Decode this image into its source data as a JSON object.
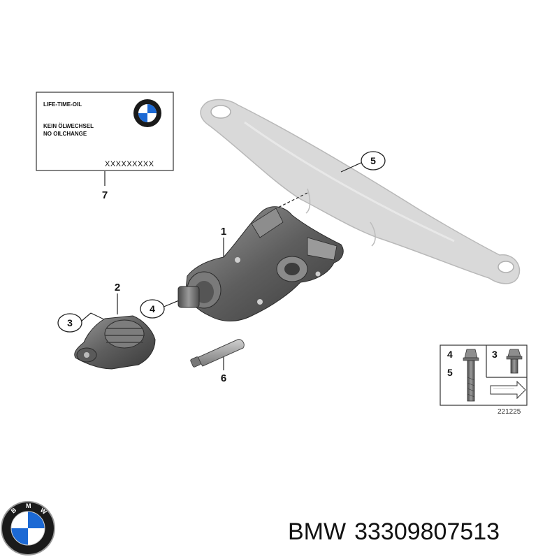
{
  "label_card": {
    "line1": "LIFE-TIME-OIL",
    "line2": "KEIN ÖLWECHSEL",
    "line3": "NO OILCHANGE",
    "serial": "XXXXXXXXX"
  },
  "callouts": {
    "c1": "1",
    "c2": "2",
    "c3": "3",
    "c4": "4",
    "c5": "5",
    "c6": "6",
    "c7": "7"
  },
  "fastener_panel": {
    "left_top": "4",
    "left_bottom": "5",
    "right_top": "3",
    "code": "221225"
  },
  "logo": {
    "letters": [
      "B",
      "M",
      "W"
    ]
  },
  "caption": {
    "brand": "BMW",
    "part_number": "33309807513"
  },
  "colors": {
    "bmw_blue": "#1c69d4",
    "part_gray": "#6b6b6b",
    "crossmember_gray": "#d6d6d6"
  }
}
